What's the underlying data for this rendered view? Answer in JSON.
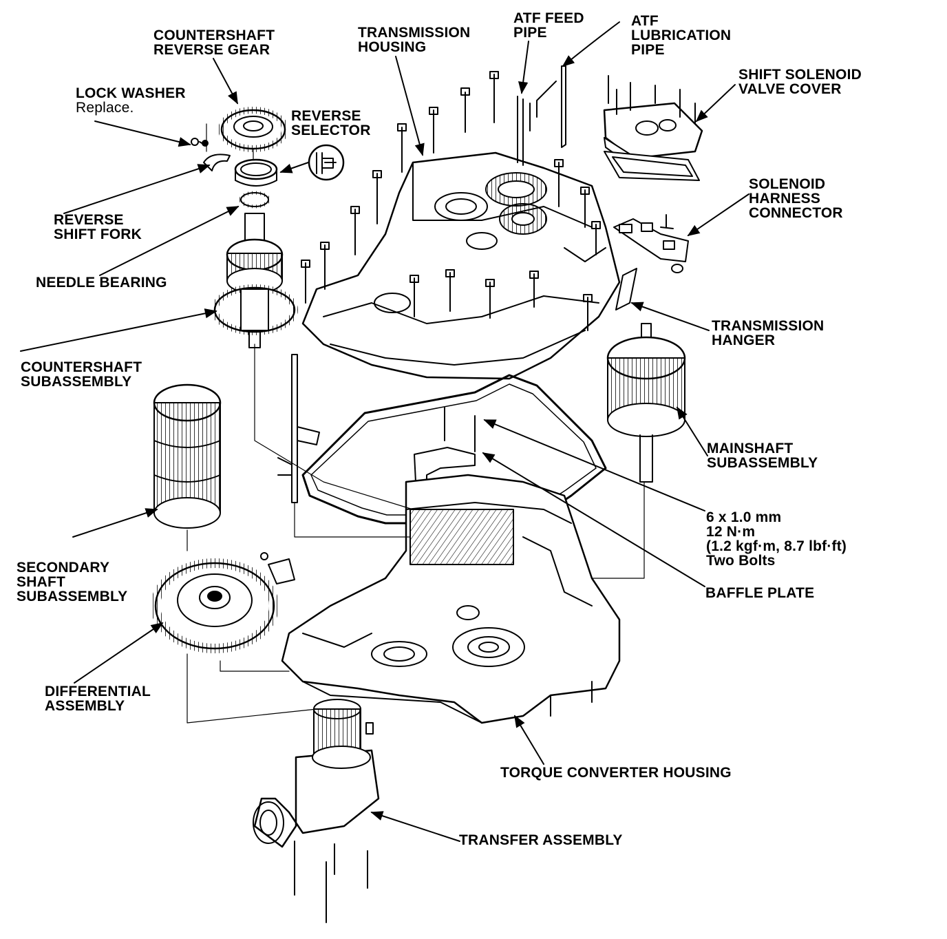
{
  "labels": {
    "countershaft_reverse_gear": [
      "COUNTERSHAFT",
      "REVERSE GEAR"
    ],
    "transmission_housing": [
      "TRANSMISSION",
      "HOUSING"
    ],
    "atf_feed_pipe": [
      "ATF FEED",
      "PIPE"
    ],
    "atf_lubrication_pipe": [
      "ATF",
      "LUBRICATION",
      "PIPE"
    ],
    "shift_solenoid_valve_cover": [
      "SHIFT SOLENOID",
      "VALVE COVER"
    ],
    "lock_washer": [
      "LOCK WASHER"
    ],
    "lock_washer_note": "Replace.",
    "reverse_selector": [
      "REVERSE",
      "SELECTOR"
    ],
    "solenoid_harness_connector": [
      "SOLENOID",
      "HARNESS",
      "CONNECTOR"
    ],
    "reverse_shift_fork": [
      "REVERSE",
      "SHIFT FORK"
    ],
    "needle_bearing": [
      "NEEDLE BEARING"
    ],
    "transmission_hanger": [
      "TRANSMISSION",
      "HANGER"
    ],
    "countershaft_subassembly": [
      "COUNTERSHAFT",
      "SUBASSEMBLY"
    ],
    "mainshaft_subassembly": [
      "MAINSHAFT",
      "SUBASSEMBLY"
    ],
    "bolt_spec": [
      "6 x 1.0 mm",
      "12 N·m",
      "(1.2 kgf·m, 8.7 lbf·ft)",
      "Two Bolts"
    ],
    "secondary_shaft_subassembly": [
      "SECONDARY",
      "SHAFT",
      "SUBASSEMBLY"
    ],
    "baffle_plate": [
      "BAFFLE PLATE"
    ],
    "differential_assembly": [
      "DIFFERENTIAL",
      "ASSEMBLY"
    ],
    "torque_converter_housing": [
      "TORQUE CONVERTER HOUSING"
    ],
    "transfer_assembly": [
      "TRANSFER ASSEMBLY"
    ]
  },
  "colors": {
    "ink": "#000000",
    "paper": "#ffffff"
  }
}
